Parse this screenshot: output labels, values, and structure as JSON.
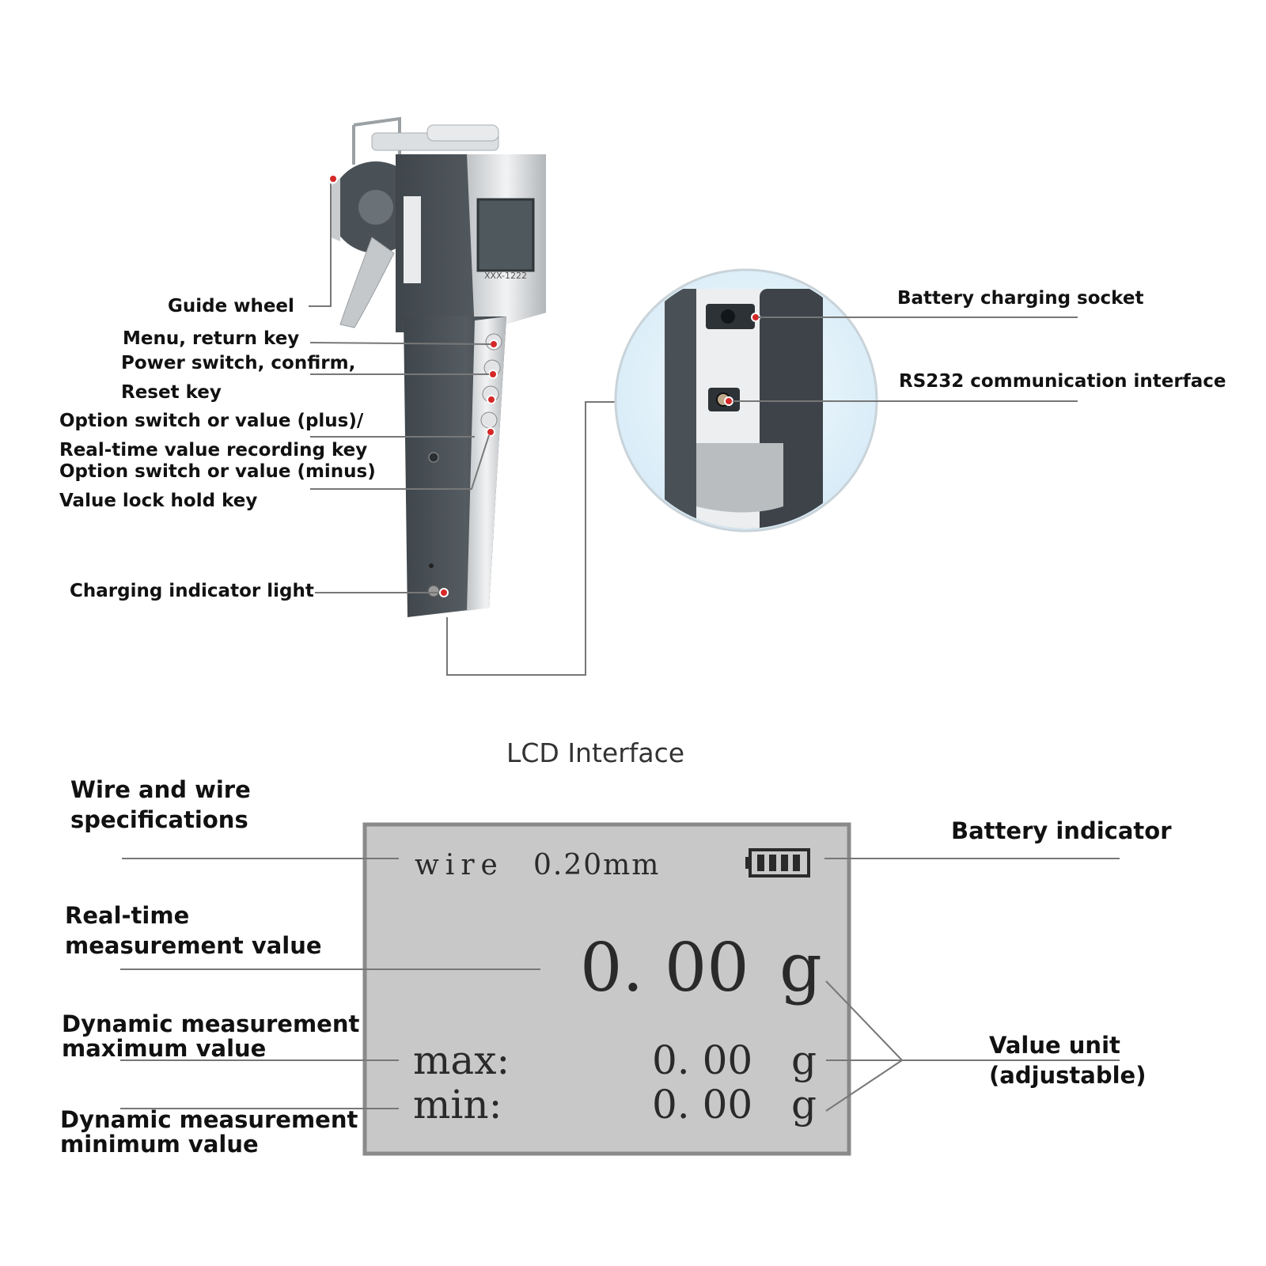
{
  "device_labels": {
    "guide_wheel": "Guide wheel",
    "menu_return": "Menu, return key",
    "power_confirm": "Power switch, confirm,",
    "reset": "Reset key",
    "option_plus": "Option switch or value (plus)/",
    "realtime_record": "Real-time value recording key",
    "option_minus": "Option switch or value (minus)",
    "value_lock": "Value lock hold key",
    "charging_light": "Charging indicator light"
  },
  "detail_labels": {
    "charging_socket": "Battery charging socket",
    "rs232": "RS232 communication interface"
  },
  "lcd_section": {
    "title": "LCD Interface",
    "labels": {
      "wire_spec_1": "Wire and wire",
      "wire_spec_2": "specifications",
      "realtime_1": "Real-time",
      "realtime_2": "measurement value",
      "max_1": "Dynamic measurement",
      "max_2": "maximum value",
      "min_1": "Dynamic measurement",
      "min_2": "minimum value",
      "battery": "Battery indicator",
      "unit_1": "Value unit",
      "unit_2": "(adjustable)"
    },
    "screen": {
      "wire_label": "wire",
      "wire_value": "0.20mm",
      "main_value": "0. 00",
      "main_unit": "g",
      "max_label": "max:",
      "max_value": "0. 00",
      "max_unit": "g",
      "min_label": "min:",
      "min_value": "0. 00",
      "min_unit": "g",
      "battery_bars": 4
    }
  },
  "colors": {
    "lcd_background": "#c8c8c8",
    "lcd_border": "#8a8a8a",
    "body_dark": "#4b5257",
    "body_light": "#d7dadc",
    "marker_red": "#d62828"
  },
  "icons": [
    "battery-icon",
    "tension-meter-device",
    "connector-detail-view"
  ]
}
